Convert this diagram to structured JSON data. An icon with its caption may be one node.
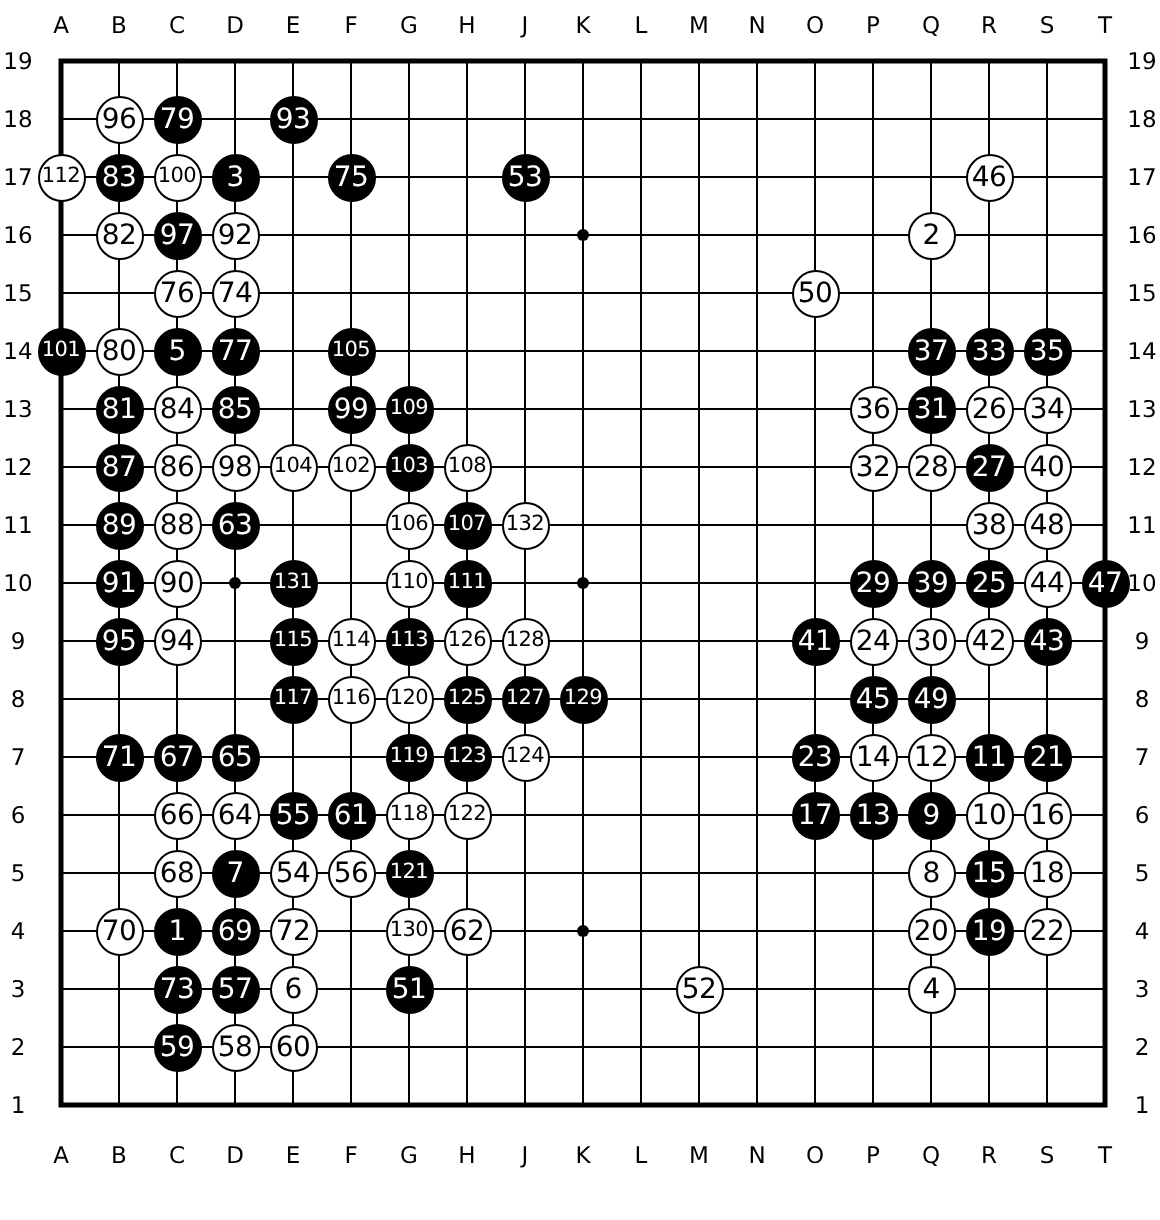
{
  "diagram": {
    "nodes": [
      {
        "text": [
          "96"
        ]
      },
      {
        "text": [
          "79"
        ]
      },
      {
        "text": [
          "93"
        ]
      },
      {
        "text": [
          "112"
        ]
      },
      {
        "text": [
          "83"
        ]
      },
      {
        "text": [
          "100"
        ]
      },
      {
        "text": [
          "3"
        ]
      },
      {
        "text": [
          "75"
        ]
      },
      {
        "text": [
          "53"
        ]
      },
      {
        "text": [
          "46"
        ]
      },
      {
        "text": [
          "82"
        ]
      },
      {
        "text": [
          "97"
        ]
      },
      {
        "text": [
          "92"
        ]
      },
      {
        "text": [
          "2"
        ]
      },
      {
        "text": [
          "76"
        ]
      },
      {
        "text": [
          "74"
        ]
      },
      {
        "text": [
          "50"
        ]
      },
      {
        "text": [
          "101"
        ]
      },
      {
        "text": [
          "80"
        ]
      },
      {
        "text": [
          "5"
        ]
      },
      {
        "text": [
          "77"
        ]
      },
      {
        "text": [
          "105"
        ]
      },
      {
        "text": [
          "37"
        ]
      },
      {
        "text": [
          "33"
        ]
      },
      {
        "text": [
          "35"
        ]
      },
      {
        "text": [
          "81"
        ]
      },
      {
        "text": [
          "84"
        ]
      },
      {
        "text": [
          "85"
        ]
      },
      {
        "text": [
          "99"
        ]
      },
      {
        "text": [
          "109"
        ]
      },
      {
        "text": [
          "36"
        ]
      },
      {
        "text": [
          "31"
        ]
      },
      {
        "text": [
          "26"
        ]
      },
      {
        "text": [
          "34"
        ]
      },
      {
        "text": [
          "87"
        ]
      },
      {
        "text": [
          "86"
        ]
      },
      {
        "text": [
          "98"
        ]
      },
      {
        "text": [
          "104"
        ]
      },
      {
        "text": [
          "102"
        ]
      },
      {
        "text": [
          "103"
        ]
      },
      {
        "text": [
          "108"
        ]
      },
      {
        "text": [
          "32"
        ]
      },
      {
        "text": [
          "28"
        ]
      },
      {
        "text": [
          "27"
        ]
      },
      {
        "text": [
          "40"
        ]
      },
      {
        "text": [
          "89"
        ]
      },
      {
        "text": [
          "88"
        ]
      },
      {
        "text": [
          "63"
        ]
      },
      {
        "text": [
          "106"
        ]
      },
      {
        "text": [
          "107"
        ]
      },
      {
        "text": [
          "132"
        ]
      },
      {
        "text": [
          "38"
        ]
      },
      {
        "text": [
          "48"
        ]
      },
      {
        "text": [
          "91"
        ]
      },
      {
        "text": [
          "90"
        ]
      },
      {
        "text": [
          "131"
        ]
      },
      {
        "text": [
          "110"
        ]
      },
      {
        "text": [
          "111"
        ]
      },
      {
        "text": [
          "29"
        ]
      },
      {
        "text": [
          "39"
        ]
      },
      {
        "text": [
          "25"
        ]
      },
      {
        "text": [
          "44"
        ]
      },
      {
        "text": [
          "47"
        ]
      },
      {
        "text": [
          "95"
        ]
      },
      {
        "text": [
          "94"
        ]
      },
      {
        "text": [
          "115"
        ]
      },
      {
        "text": [
          "114"
        ]
      },
      {
        "text": [
          "113"
        ]
      },
      {
        "text": [
          "126"
        ]
      },
      {
        "text": [
          "128"
        ]
      },
      {
        "text": [
          "41"
        ]
      },
      {
        "text": [
          "24"
        ]
      },
      {
        "text": [
          "30"
        ]
      },
      {
        "text": [
          "42"
        ]
      },
      {
        "text": [
          "43"
        ]
      },
      {
        "text": [
          "117"
        ]
      },
      {
        "text": [
          "116"
        ]
      },
      {
        "text": [
          "120"
        ]
      },
      {
        "text": [
          "125"
        ]
      },
      {
        "text": [
          "127"
        ]
      },
      {
        "text": [
          "129"
        ]
      },
      {
        "text": [
          "45"
        ]
      },
      {
        "text": [
          "49"
        ]
      },
      {
        "text": [
          "71"
        ]
      },
      {
        "text": [
          "67"
        ]
      },
      {
        "text": [
          "65"
        ]
      },
      {
        "text": [
          "119"
        ]
      },
      {
        "text": [
          "123"
        ]
      },
      {
        "text": [
          "124"
        ]
      },
      {
        "text": [
          "23"
        ]
      },
      {
        "text": [
          "14"
        ]
      },
      {
        "text": [
          "12"
        ]
      },
      {
        "text": [
          "11"
        ]
      },
      {
        "text": [
          "21"
        ]
      },
      {
        "text": [
          "66"
        ]
      },
      {
        "text": [
          "64"
        ]
      },
      {
        "text": [
          "55"
        ]
      },
      {
        "text": [
          "61"
        ]
      },
      {
        "text": [
          "118"
        ]
      },
      {
        "text": [
          "122"
        ]
      },
      {
        "text": [
          "17"
        ]
      },
      {
        "text": [
          "13"
        ]
      },
      {
        "text": [
          "9"
        ]
      },
      {
        "text": [
          "10"
        ]
      },
      {
        "text": [
          "16"
        ]
      },
      {
        "text": [
          "68"
        ]
      },
      {
        "text": [
          "7"
        ]
      },
      {
        "text": [
          "54"
        ]
      },
      {
        "text": [
          "56"
        ]
      },
      {
        "text": [
          "121"
        ]
      },
      {
        "text": [
          "8"
        ]
      },
      {
        "text": [
          "15"
        ]
      },
      {
        "text": [
          "18"
        ]
      },
      {
        "text": [
          "70"
        ]
      },
      {
        "text": [
          "1"
        ]
      },
      {
        "text": [
          "69"
        ]
      },
      {
        "text": [
          "72"
        ]
      },
      {
        "text": [
          "130"
        ]
      },
      {
        "text": [
          "62"
        ]
      },
      {
        "text": [
          "20"
        ]
      },
      {
        "text": [
          "19"
        ]
      },
      {
        "text": [
          "22"
        ]
      },
      {
        "text": [
          "73"
        ]
      },
      {
        "text": [
          "57"
        ]
      },
      {
        "text": [
          "6"
        ]
      },
      {
        "text": [
          "51"
        ]
      },
      {
        "text": [
          "52"
        ]
      },
      {
        "text": [
          "4"
        ]
      },
      {
        "text": [
          "59"
        ]
      },
      {
        "text": [
          "58"
        ]
      },
      {
        "text": [
          "60"
        ]
      }
    ],
    "labels": [
      "A",
      "B",
      "C",
      "D",
      "E",
      "F",
      "G",
      "H",
      "J",
      "K",
      "L",
      "M",
      "N",
      "O",
      "P",
      "Q",
      "R",
      "S",
      "T",
      "19",
      "19",
      "18",
      "18",
      "17",
      "17",
      "16",
      "16",
      "15",
      "15",
      "14",
      "14",
      "13",
      "13",
      "12",
      "12",
      "11",
      "11",
      "10",
      "10",
      "9",
      "9",
      "8",
      "8",
      "7",
      "7",
      "6",
      "6",
      "5",
      "5",
      "4",
      "4",
      "3",
      "3",
      "2",
      "2",
      "1",
      "1",
      "A",
      "B",
      "C",
      "D",
      "E",
      "F",
      "G",
      "H",
      "J",
      "K",
      "L",
      "M",
      "N",
      "O",
      "P",
      "Q",
      "R",
      "S",
      "T"
    ]
  }
}
